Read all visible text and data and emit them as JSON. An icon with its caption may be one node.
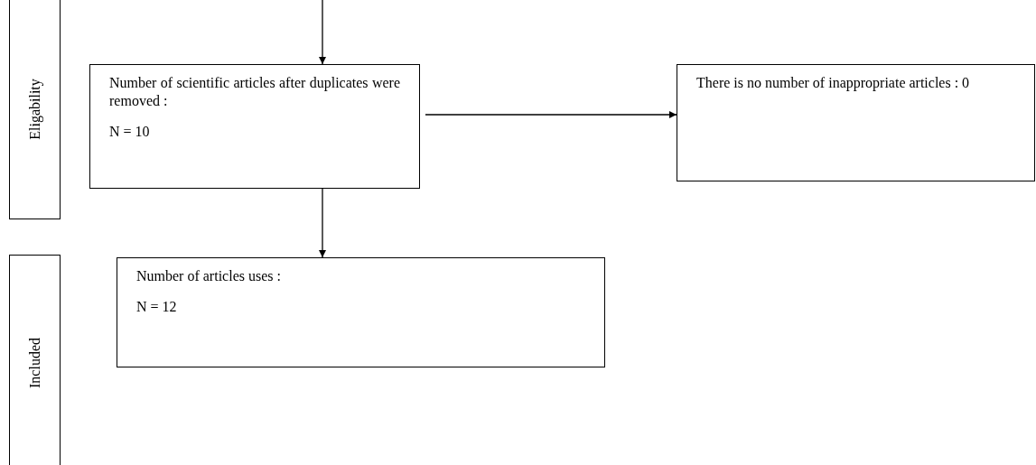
{
  "diagram": {
    "nodes": [
      {
        "text": [
          "Eligability"
        ]
      },
      {
        "text": [
          "Number of scientific articles after duplicates were removed :",
          "N = 10"
        ]
      },
      {
        "text": [
          "There is no number of inappropriate articles : 0"
        ]
      },
      {
        "text": [
          "Included"
        ]
      },
      {
        "text": [
          "Number of articles uses :",
          "N = 12"
        ]
      }
    ],
    "edges": [
      {
        "from": null,
        "to": 1,
        "arrow": "to"
      },
      {
        "from": 1,
        "to": 2,
        "arrow": "to"
      },
      {
        "from": 1,
        "to": 4,
        "arrow": "to"
      }
    ]
  }
}
